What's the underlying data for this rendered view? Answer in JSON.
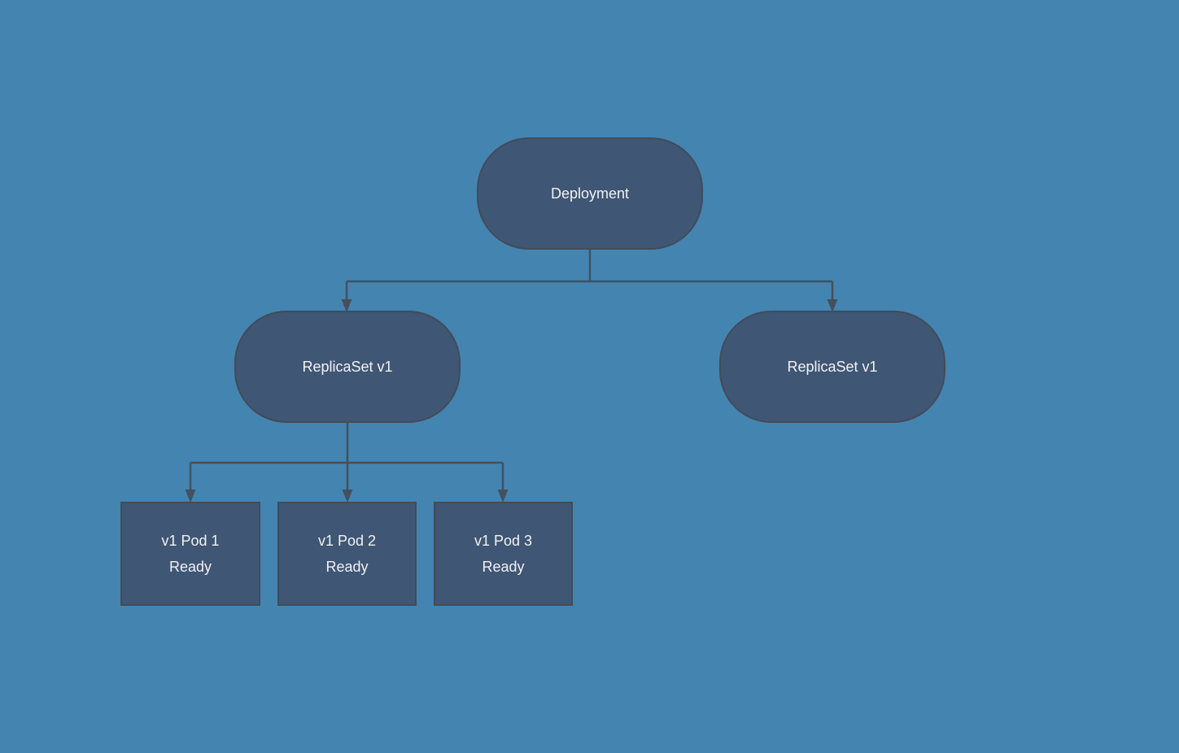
{
  "diagram": {
    "type": "flowchart-tree",
    "colors": {
      "background": "#4484b1",
      "node_fill": "#3f5674",
      "node_stroke": "#414c59",
      "connector": "#44505d",
      "text": "#f2f2f2"
    },
    "nodes": {
      "deployment": {
        "label": "Deployment",
        "shape": "stadium"
      },
      "replicaset_left": {
        "label": "ReplicaSet v1",
        "shape": "stadium"
      },
      "replicaset_right": {
        "label": "ReplicaSet v1",
        "shape": "stadium"
      },
      "pod1": {
        "label": "v1 Pod 1",
        "status": "Ready",
        "shape": "rect"
      },
      "pod2": {
        "label": "v1 Pod 2",
        "status": "Ready",
        "shape": "rect"
      },
      "pod3": {
        "label": "v1 Pod 3",
        "status": "Ready",
        "shape": "rect"
      }
    },
    "edges": [
      {
        "from": "deployment",
        "to": "replicaset_left",
        "arrow": "down"
      },
      {
        "from": "deployment",
        "to": "replicaset_right",
        "arrow": "down"
      },
      {
        "from": "replicaset_left",
        "to": "pod1",
        "arrow": "down"
      },
      {
        "from": "replicaset_left",
        "to": "pod2",
        "arrow": "down"
      },
      {
        "from": "replicaset_left",
        "to": "pod3",
        "arrow": "down"
      }
    ]
  }
}
